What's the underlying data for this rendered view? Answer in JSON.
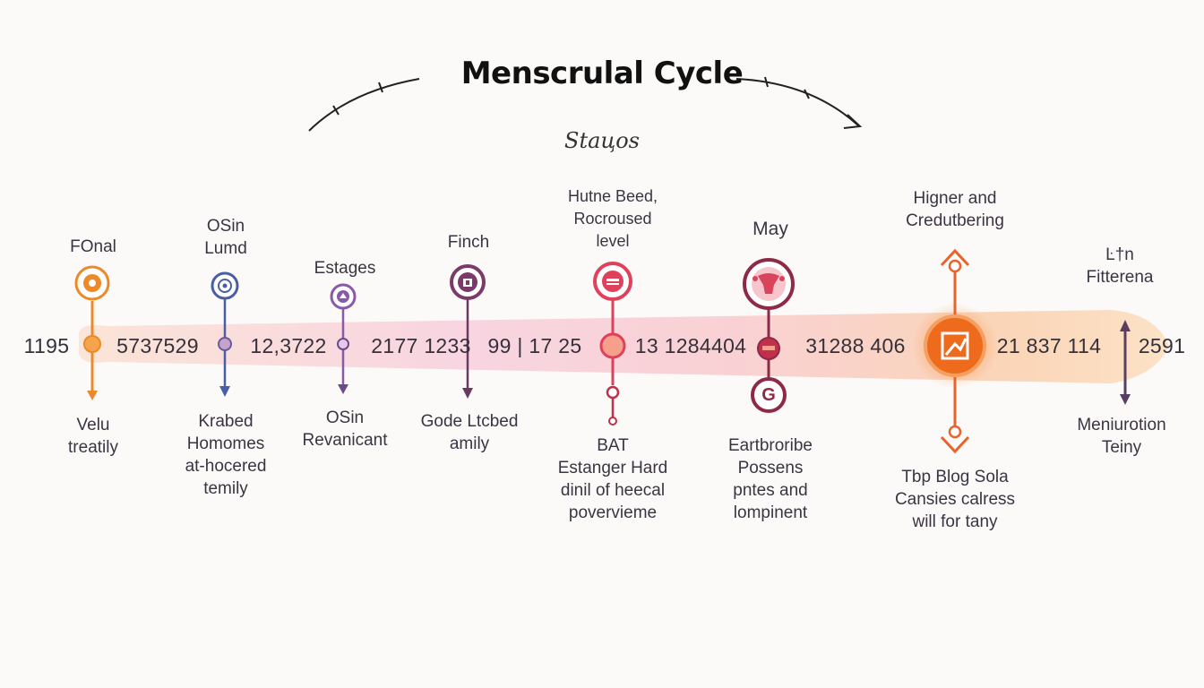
{
  "title": "Menscrulal Cycle",
  "subtitle": "Staцos",
  "colors": {
    "band": "#f4b9b0",
    "orange": "#ec8a2a",
    "blue": "#4a5fa3",
    "purple": "#8a5aa8",
    "plum": "#7a3a6a",
    "red": "#e0415a",
    "maroon": "#8e2a47",
    "orange_big": "#ee6a1c",
    "dark": "#5a4060"
  },
  "numbers": [
    "1195",
    "5737529",
    "12,3722",
    "2177 1233",
    "99 | 17 25",
    "13 1284404",
    "31288 406",
    "21 837 114",
    "2591"
  ],
  "stages": [
    {
      "top_label": "FOnal",
      "bottom_label": "Velu\ntreatily",
      "icon": "flower-icon",
      "color": "orange"
    },
    {
      "top_label": "OSin\nLumd",
      "bottom_label": "Krabed\nHomomes\nat-hocered\ntemily",
      "icon": "cycle-icon",
      "color": "blue"
    },
    {
      "top_label": "Estages",
      "bottom_label": "OSin\nRevanicant",
      "icon": "leaf-icon",
      "color": "purple"
    },
    {
      "top_label": "Finch",
      "bottom_label": "Gode Ltcbed\namily",
      "icon": "lock-icon",
      "color": "plum"
    },
    {
      "top_label": "Hutne Beed,\nRocroused\nlevel",
      "bottom_label": "BAT\nEstanger Hard\ndinil of heecal\npovervieme",
      "icon": "tablet-icon",
      "color": "red"
    },
    {
      "top_label": "May",
      "bottom_label": "Eartbroribe\nPossens\npntes and\nlompinent",
      "icon": "uterus-icon",
      "color": "maroon",
      "extra_icon": "g-letter-icon",
      "extra_text": "G"
    },
    {
      "top_label": "Higner and\nCredutbering",
      "bottom_label": "Tbp Blog Sola\nCansies calress\nwill for tany",
      "icon": "chart-icon",
      "color": "orange_big"
    },
    {
      "top_label": "Ŀ†n\nFitterena",
      "bottom_label": "Meniurotion\nTeiny",
      "icon": "double-arrow-icon",
      "color": "dark"
    }
  ]
}
